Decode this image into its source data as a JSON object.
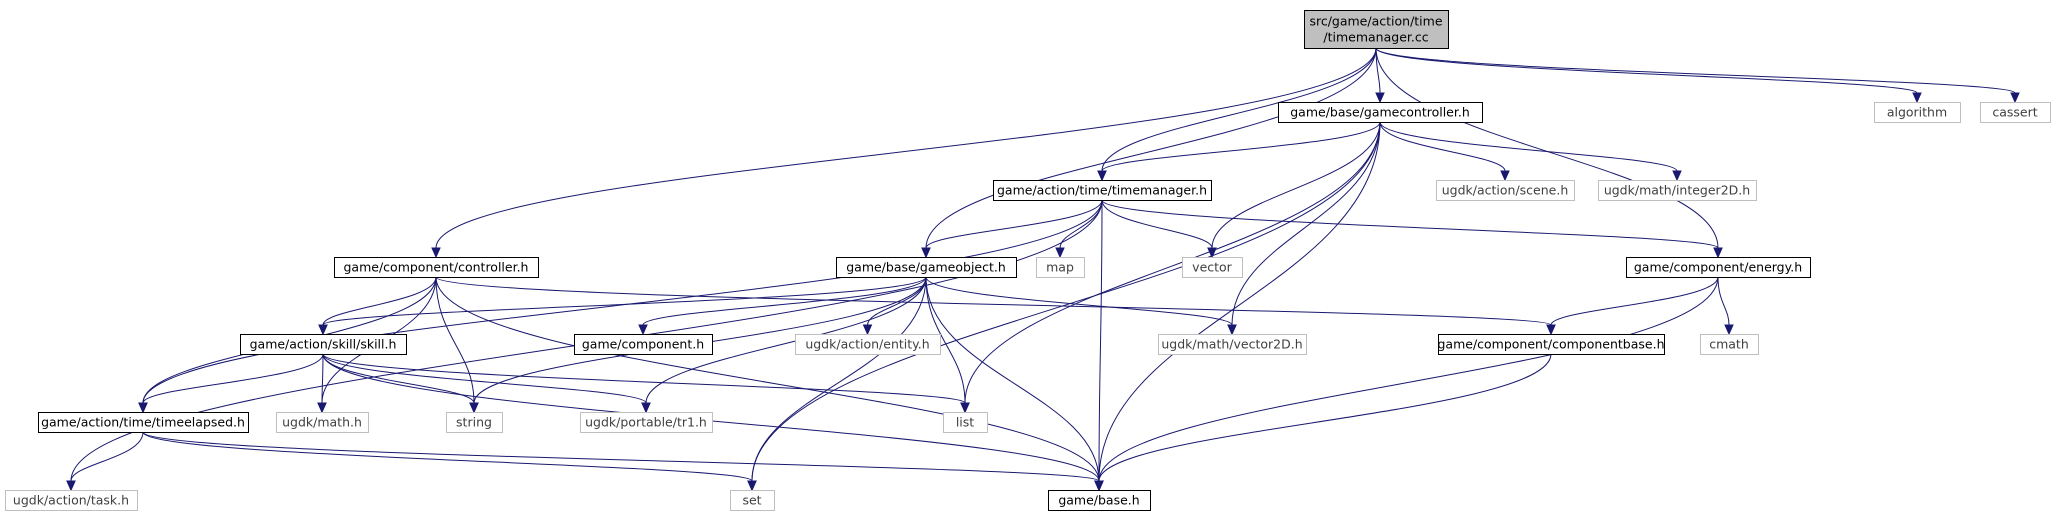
{
  "colors": {
    "edge": "#191970",
    "root_fill": "#bfbfbf",
    "internal_border": "#000000",
    "external_border": "#bfbfbf",
    "internal_text": "#000000",
    "external_text": "#404040"
  },
  "graph": {
    "nodes": [
      {
        "id": "root",
        "lines": [
          "src/game/action/time",
          "/timemanager.cc"
        ],
        "kind": "root"
      },
      {
        "id": "gamecontroller",
        "lines": [
          "game/base/gamecontroller.h"
        ],
        "kind": "internal"
      },
      {
        "id": "algorithm",
        "lines": [
          "algorithm"
        ],
        "kind": "external"
      },
      {
        "id": "cassert",
        "lines": [
          "cassert"
        ],
        "kind": "external"
      },
      {
        "id": "timemanager",
        "lines": [
          "game/action/time/timemanager.h"
        ],
        "kind": "internal"
      },
      {
        "id": "scene",
        "lines": [
          "ugdk/action/scene.h"
        ],
        "kind": "external"
      },
      {
        "id": "integer2d",
        "lines": [
          "ugdk/math/integer2D.h"
        ],
        "kind": "external"
      },
      {
        "id": "controller",
        "lines": [
          "game/component/controller.h"
        ],
        "kind": "internal"
      },
      {
        "id": "gameobject",
        "lines": [
          "game/base/gameobject.h"
        ],
        "kind": "internal"
      },
      {
        "id": "map",
        "lines": [
          "map"
        ],
        "kind": "external"
      },
      {
        "id": "vector",
        "lines": [
          "vector"
        ],
        "kind": "external"
      },
      {
        "id": "energy",
        "lines": [
          "game/component/energy.h"
        ],
        "kind": "internal"
      },
      {
        "id": "skill",
        "lines": [
          "game/action/skill/skill.h"
        ],
        "kind": "internal"
      },
      {
        "id": "component",
        "lines": [
          "game/component.h"
        ],
        "kind": "internal"
      },
      {
        "id": "entity",
        "lines": [
          "ugdk/action/entity.h"
        ],
        "kind": "external"
      },
      {
        "id": "vector2d",
        "lines": [
          "ugdk/math/vector2D.h"
        ],
        "kind": "external"
      },
      {
        "id": "componentbase",
        "lines": [
          "game/component/componentbase.h"
        ],
        "kind": "internal"
      },
      {
        "id": "cmath",
        "lines": [
          "cmath"
        ],
        "kind": "external"
      },
      {
        "id": "timeelapsed",
        "lines": [
          "game/action/time/timeelapsed.h"
        ],
        "kind": "internal"
      },
      {
        "id": "mathh",
        "lines": [
          "ugdk/math.h"
        ],
        "kind": "external"
      },
      {
        "id": "string",
        "lines": [
          "string"
        ],
        "kind": "external"
      },
      {
        "id": "tr1",
        "lines": [
          "ugdk/portable/tr1.h"
        ],
        "kind": "external"
      },
      {
        "id": "list",
        "lines": [
          "list"
        ],
        "kind": "external"
      },
      {
        "id": "task",
        "lines": [
          "ugdk/action/task.h"
        ],
        "kind": "external"
      },
      {
        "id": "set",
        "lines": [
          "set"
        ],
        "kind": "external"
      },
      {
        "id": "base",
        "lines": [
          "game/base.h"
        ],
        "kind": "internal"
      }
    ],
    "edges": [
      {
        "from": "root",
        "to": "gamecontroller"
      },
      {
        "from": "root",
        "to": "algorithm"
      },
      {
        "from": "root",
        "to": "cassert"
      },
      {
        "from": "root",
        "to": "timemanager"
      },
      {
        "from": "root",
        "to": "controller"
      },
      {
        "from": "root",
        "to": "gameobject"
      },
      {
        "from": "root",
        "to": "energy"
      },
      {
        "from": "gamecontroller",
        "to": "timemanager"
      },
      {
        "from": "gamecontroller",
        "to": "scene"
      },
      {
        "from": "gamecontroller",
        "to": "integer2d"
      },
      {
        "from": "gamecontroller",
        "to": "vector"
      },
      {
        "from": "gamecontroller",
        "to": "vector2d"
      },
      {
        "from": "gamecontroller",
        "to": "list"
      },
      {
        "from": "gamecontroller",
        "to": "set"
      },
      {
        "from": "gamecontroller",
        "to": "base"
      },
      {
        "from": "timemanager",
        "to": "gameobject"
      },
      {
        "from": "timemanager",
        "to": "map"
      },
      {
        "from": "timemanager",
        "to": "vector"
      },
      {
        "from": "timemanager",
        "to": "energy"
      },
      {
        "from": "timemanager",
        "to": "timeelapsed"
      },
      {
        "from": "timemanager",
        "to": "task"
      },
      {
        "from": "timemanager",
        "to": "base"
      },
      {
        "from": "controller",
        "to": "skill"
      },
      {
        "from": "controller",
        "to": "componentbase"
      },
      {
        "from": "controller",
        "to": "timeelapsed"
      },
      {
        "from": "controller",
        "to": "mathh"
      },
      {
        "from": "controller",
        "to": "string"
      },
      {
        "from": "controller",
        "to": "base"
      },
      {
        "from": "gameobject",
        "to": "skill"
      },
      {
        "from": "gameobject",
        "to": "component"
      },
      {
        "from": "gameobject",
        "to": "entity"
      },
      {
        "from": "gameobject",
        "to": "vector2d"
      },
      {
        "from": "gameobject",
        "to": "string"
      },
      {
        "from": "gameobject",
        "to": "tr1"
      },
      {
        "from": "gameobject",
        "to": "list"
      },
      {
        "from": "gameobject",
        "to": "set"
      },
      {
        "from": "gameobject",
        "to": "base"
      },
      {
        "from": "energy",
        "to": "componentbase"
      },
      {
        "from": "energy",
        "to": "cmath"
      },
      {
        "from": "energy",
        "to": "base"
      },
      {
        "from": "skill",
        "to": "timeelapsed"
      },
      {
        "from": "skill",
        "to": "mathh"
      },
      {
        "from": "skill",
        "to": "string"
      },
      {
        "from": "skill",
        "to": "tr1"
      },
      {
        "from": "skill",
        "to": "list"
      },
      {
        "from": "skill",
        "to": "base"
      },
      {
        "from": "componentbase",
        "to": "base"
      },
      {
        "from": "timeelapsed",
        "to": "task"
      },
      {
        "from": "timeelapsed",
        "to": "set"
      },
      {
        "from": "timeelapsed",
        "to": "base"
      }
    ]
  }
}
